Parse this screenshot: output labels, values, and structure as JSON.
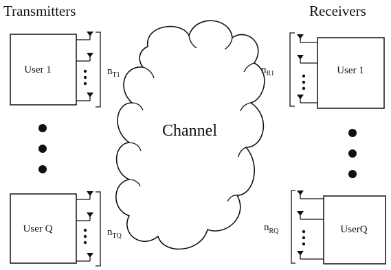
{
  "headings": {
    "transmitters": "Transmitters",
    "receivers": "Receivers"
  },
  "channel_label": "Channel",
  "transmitter_users": [
    {
      "label": "User 1",
      "antenna_main": "n",
      "antenna_sub": "T1"
    },
    {
      "label": "User Q",
      "antenna_main": "n",
      "antenna_sub": "TQ"
    }
  ],
  "receiver_users": [
    {
      "label": "User 1",
      "antenna_main": "n",
      "antenna_sub": "R1"
    },
    {
      "label": "UserQ",
      "antenna_main": "n",
      "antenna_sub": "RQ"
    }
  ],
  "colors": {
    "line": "#111111",
    "background": "#ffffff"
  }
}
